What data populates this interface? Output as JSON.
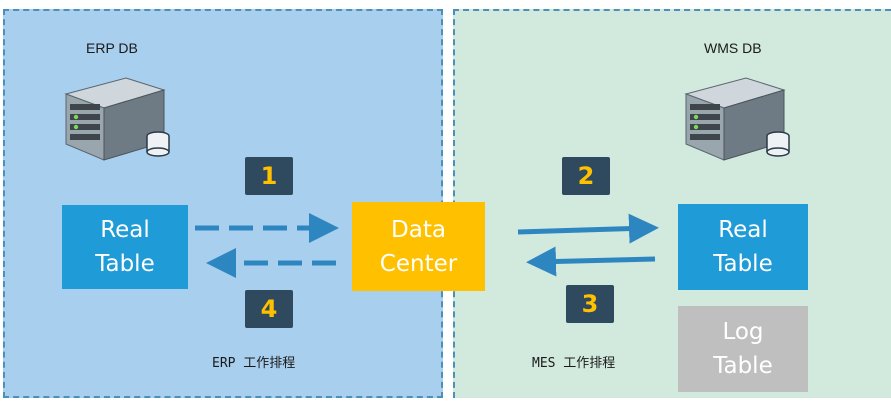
{
  "erp": {
    "db_label": "ERP DB",
    "real_table": [
      "Real",
      "Table"
    ],
    "caption": "ERP 工作排程",
    "server_icon": "server-database-icon"
  },
  "wms": {
    "db_label": "WMS DB",
    "real_table": [
      "Real",
      "Table"
    ],
    "log_table": [
      "Log",
      "Table"
    ],
    "caption": "MES 工作排程",
    "server_icon": "server-database-icon"
  },
  "center": {
    "label": [
      "Data",
      "Center"
    ]
  },
  "steps": [
    "1",
    "2",
    "3",
    "4"
  ],
  "colors": {
    "erp_zone": "#a9cfee",
    "wms_zone": "#d2e9dd",
    "blue": "#1f9bd7",
    "gold": "#ffc000",
    "grey": "#bfbfbf",
    "badge": "#2f4a5e",
    "arrow": "#2e86c1"
  }
}
